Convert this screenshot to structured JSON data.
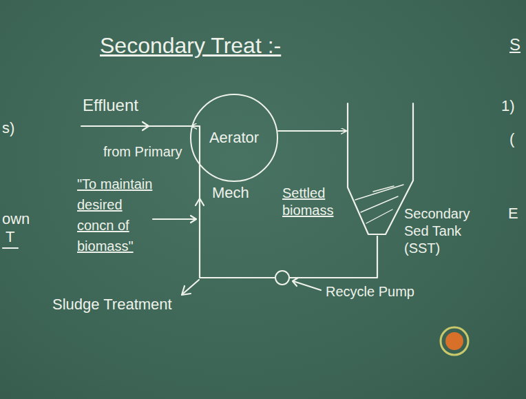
{
  "diagram": {
    "title": "Secondary Treat :-",
    "nodes": [
      {
        "text": [
          "Aerator"
        ]
      },
      {
        "text": [
          "Secondary Sed Tank (SST)"
        ]
      },
      {
        "text": [
          "Recycle Pump"
        ]
      }
    ],
    "edges": [
      {
        "from": 0,
        "to": 1,
        "arrow": "to"
      },
      {
        "from": 1,
        "to": 2,
        "arrow": "none"
      },
      {
        "from": 2,
        "to": 0,
        "arrow": "to"
      }
    ],
    "labels": [
      "Effluent",
      "from Primary",
      "Mech",
      "Settled biomass",
      "\"To maintain desired concn of biomass\"",
      "Sludge Treatment",
      "s)",
      "own",
      "T",
      "S",
      "1)",
      "(",
      "E"
    ]
  }
}
